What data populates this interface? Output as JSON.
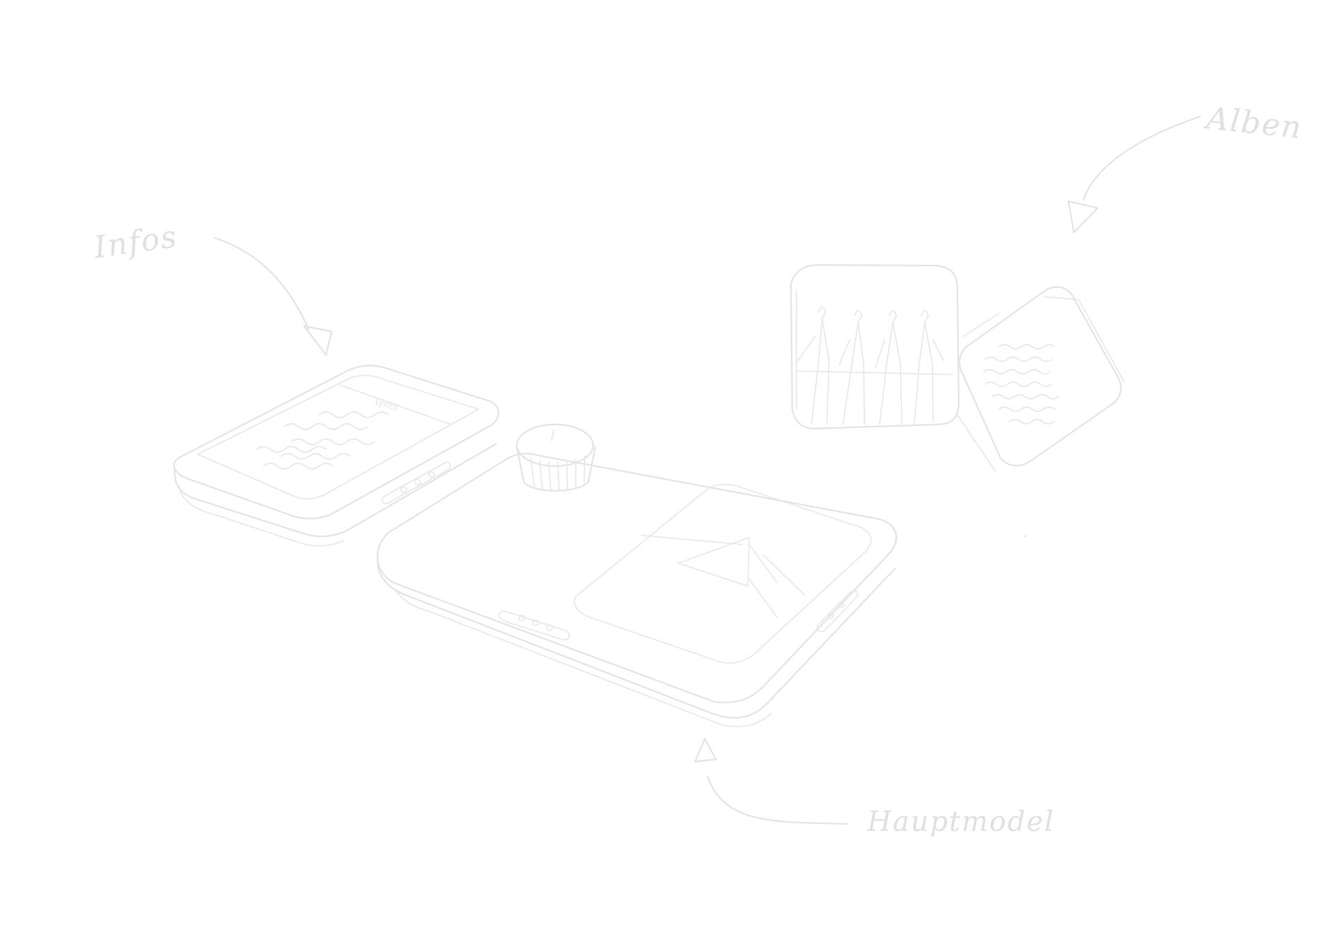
{
  "labels": {
    "infos": "Infos",
    "alben": "Alben",
    "hauptmodel": "Hauptmodel"
  },
  "colors": {
    "background": "#ffffff",
    "stroke": "#e3e3e3"
  }
}
